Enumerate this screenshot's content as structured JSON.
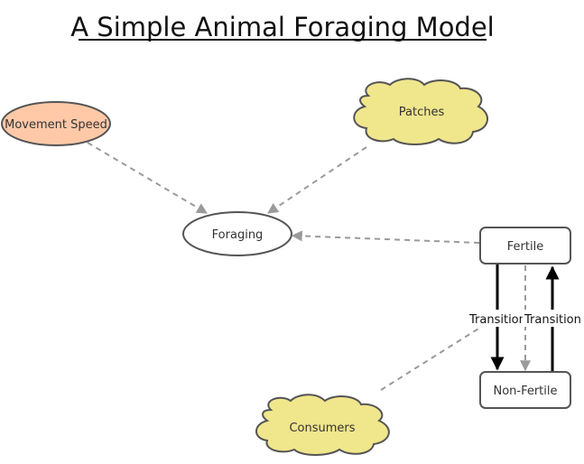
{
  "title": "A Simple Animal Foraging Model",
  "nodes": {
    "movement_speed": {
      "label": "Movement Speed",
      "shape": "ellipse",
      "fill": "#ffc9a8"
    },
    "patches": {
      "label": "Patches",
      "shape": "cloud",
      "fill": "#f0e68c"
    },
    "foraging": {
      "label": "Foraging",
      "shape": "ellipse",
      "fill": "#ffffff"
    },
    "fertile": {
      "label": "Fertile",
      "shape": "rounded-rect",
      "fill": "#ffffff"
    },
    "non_fertile": {
      "label": "Non-Fertile",
      "shape": "rounded-rect",
      "fill": "#ffffff"
    },
    "consumers": {
      "label": "Consumers",
      "shape": "cloud",
      "fill": "#f0e68c"
    }
  },
  "edges": {
    "fertile_to_nonfertile": {
      "label": "Transition"
    },
    "nonfertile_to_fertile": {
      "label": "Transition"
    }
  },
  "colors": {
    "node_stroke": "#555555",
    "dashed_link": "#9a9a9a",
    "flow_arrow": "#000000"
  }
}
